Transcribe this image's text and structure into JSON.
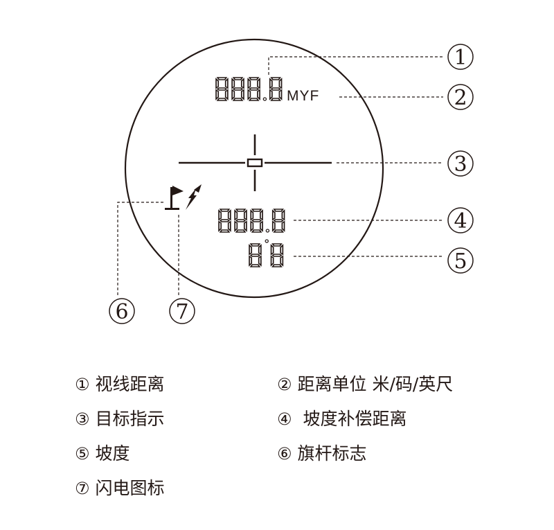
{
  "display": {
    "distance_readout": "888.8",
    "unit_label": "MYF",
    "compensated_readout": "888.8",
    "slope_readout": "8.8",
    "slope_degree_symbol": "°"
  },
  "callouts": [
    {
      "id": 1,
      "marker": "①"
    },
    {
      "id": 2,
      "marker": "②"
    },
    {
      "id": 3,
      "marker": "③"
    },
    {
      "id": 4,
      "marker": "④"
    },
    {
      "id": 5,
      "marker": "⑤"
    },
    {
      "id": 6,
      "marker": "⑥"
    },
    {
      "id": 7,
      "marker": "⑦"
    }
  ],
  "legend": [
    {
      "marker": "①",
      "text": "视线距离"
    },
    {
      "marker": "②",
      "text": "距离单位 米/码/英尺"
    },
    {
      "marker": "③",
      "text": "目标指示"
    },
    {
      "marker": "④",
      "text": " 坡度补偿距离"
    },
    {
      "marker": "⑤",
      "text": "坡度"
    },
    {
      "marker": "⑥",
      "text": "旗杆标志"
    },
    {
      "marker": "⑦",
      "text": "闪电图标"
    }
  ],
  "colors": {
    "ink": "#231815",
    "background": "#ffffff"
  }
}
